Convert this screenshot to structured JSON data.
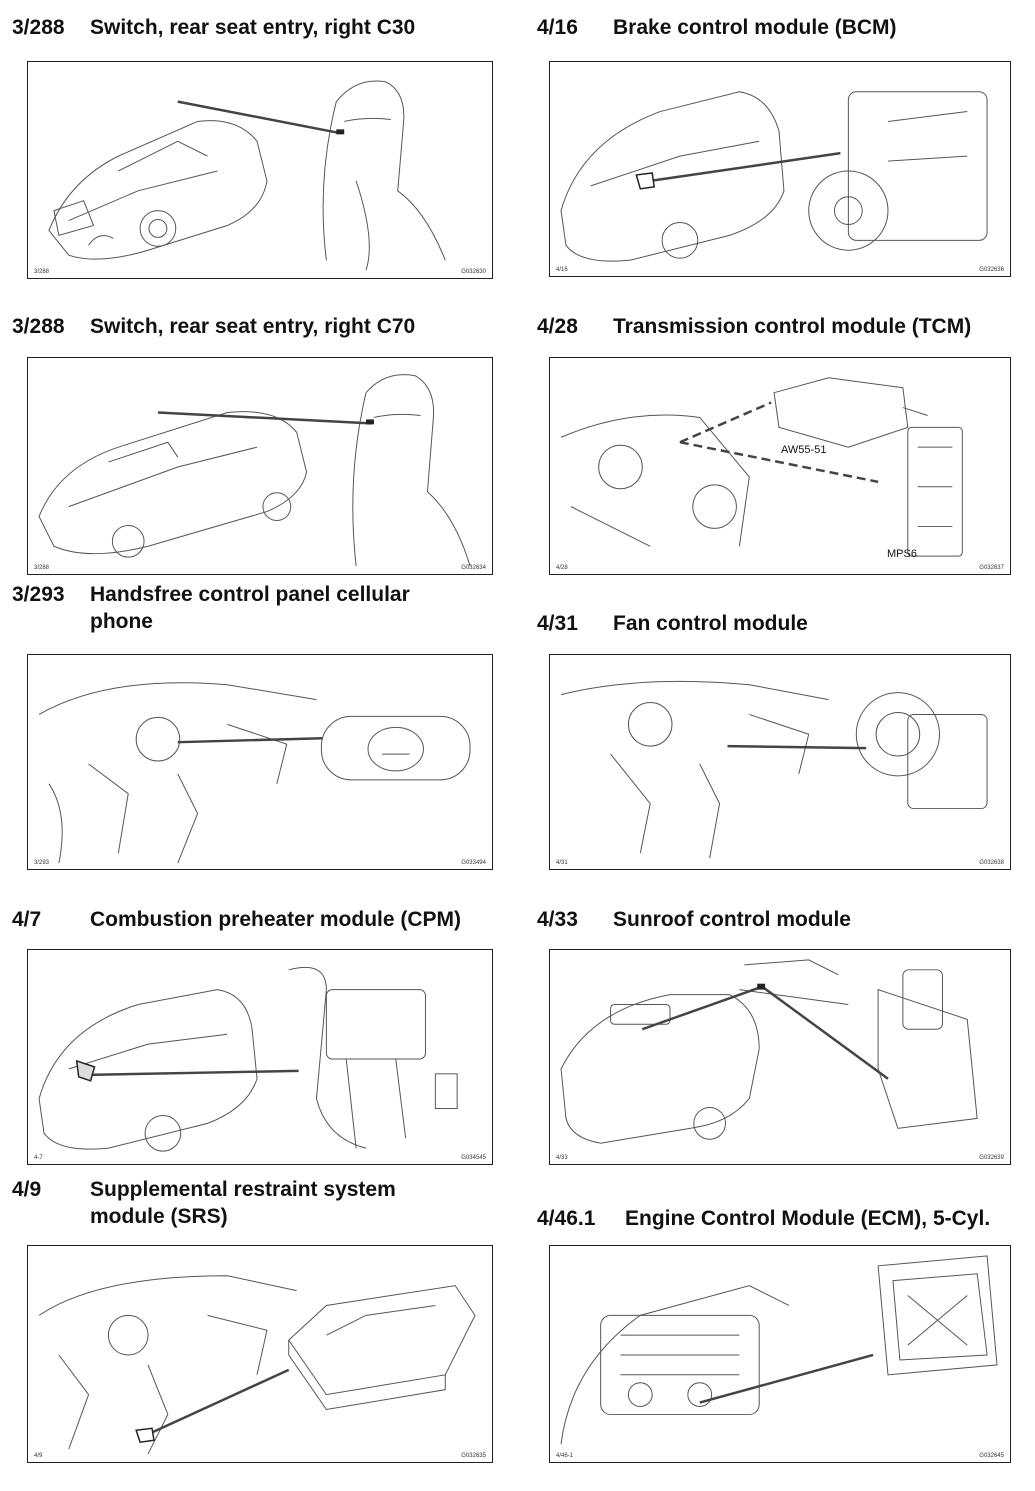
{
  "entries": [
    {
      "code": "3/288",
      "title": "Switch, rear seat entry, right C30",
      "fig_left": "3/288",
      "fig_right": "G032630"
    },
    {
      "code": "4/16",
      "title": "Brake control module (BCM)",
      "fig_left": "4/16",
      "fig_right": "G032636"
    },
    {
      "code": "3/288",
      "title": "Switch, rear seat entry, right C70",
      "fig_left": "3/288",
      "fig_right": "G032634"
    },
    {
      "code": "4/28",
      "title": "Transmission control module (TCM)",
      "fig_left": "4/28",
      "fig_right": "G032637",
      "labels": [
        "AW55-51",
        "MPS6"
      ]
    },
    {
      "code": "3/293",
      "title": "Handsfree control panel cellular phone",
      "fig_left": "3/293",
      "fig_right": "G033494"
    },
    {
      "code": "4/31",
      "title": "Fan control module",
      "fig_left": "4/31",
      "fig_right": "G032638"
    },
    {
      "code": "4/7",
      "title": "Combustion preheater module (CPM)",
      "fig_left": "4-7",
      "fig_right": "G034545"
    },
    {
      "code": "4/33",
      "title": "Sunroof control module",
      "fig_left": "4/33",
      "fig_right": "G032639"
    },
    {
      "code": "4/9",
      "title": "Supplemental restraint system module (SRS)",
      "fig_left": "4/9",
      "fig_right": "G032635"
    },
    {
      "code": "4/46.1",
      "title": "Engine Control Module (ECM), 5-Cyl.",
      "fig_left": "4/46-1",
      "fig_right": "G032645"
    }
  ],
  "colors": {
    "line": "#222222",
    "leader": "#444444"
  }
}
